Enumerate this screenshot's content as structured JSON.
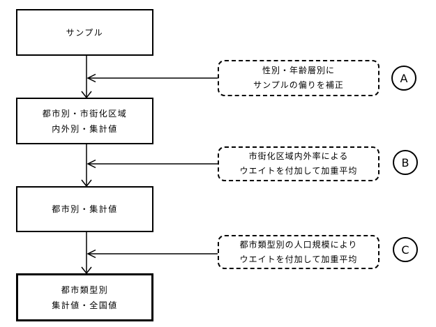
{
  "diagram": {
    "title": "aggregation-flowchart",
    "boxes": [
      {
        "name": "sample",
        "lines": [
          "サンプル"
        ]
      },
      {
        "name": "city-urbanization-area",
        "lines": [
          "都市別・市街化区域",
          "内外別・集計値"
        ]
      },
      {
        "name": "city-total",
        "lines": [
          "都市別・集計値"
        ]
      },
      {
        "name": "citytype-national",
        "lines": [
          "都市類型別",
          "集計値・全国値"
        ]
      }
    ],
    "annotations": [
      {
        "label": "A",
        "lines": [
          "性別・年齢層別に",
          "サンプルの偏りを補正"
        ]
      },
      {
        "label": "B",
        "lines": [
          "市街化区域内外率による",
          "ウエイトを付加して加重平均"
        ]
      },
      {
        "label": "C",
        "lines": [
          "都市類型別の人口規模により",
          "ウエイトを付加して加重平均"
        ]
      }
    ],
    "colors": {
      "line": "#000000",
      "background": "#ffffff"
    }
  }
}
